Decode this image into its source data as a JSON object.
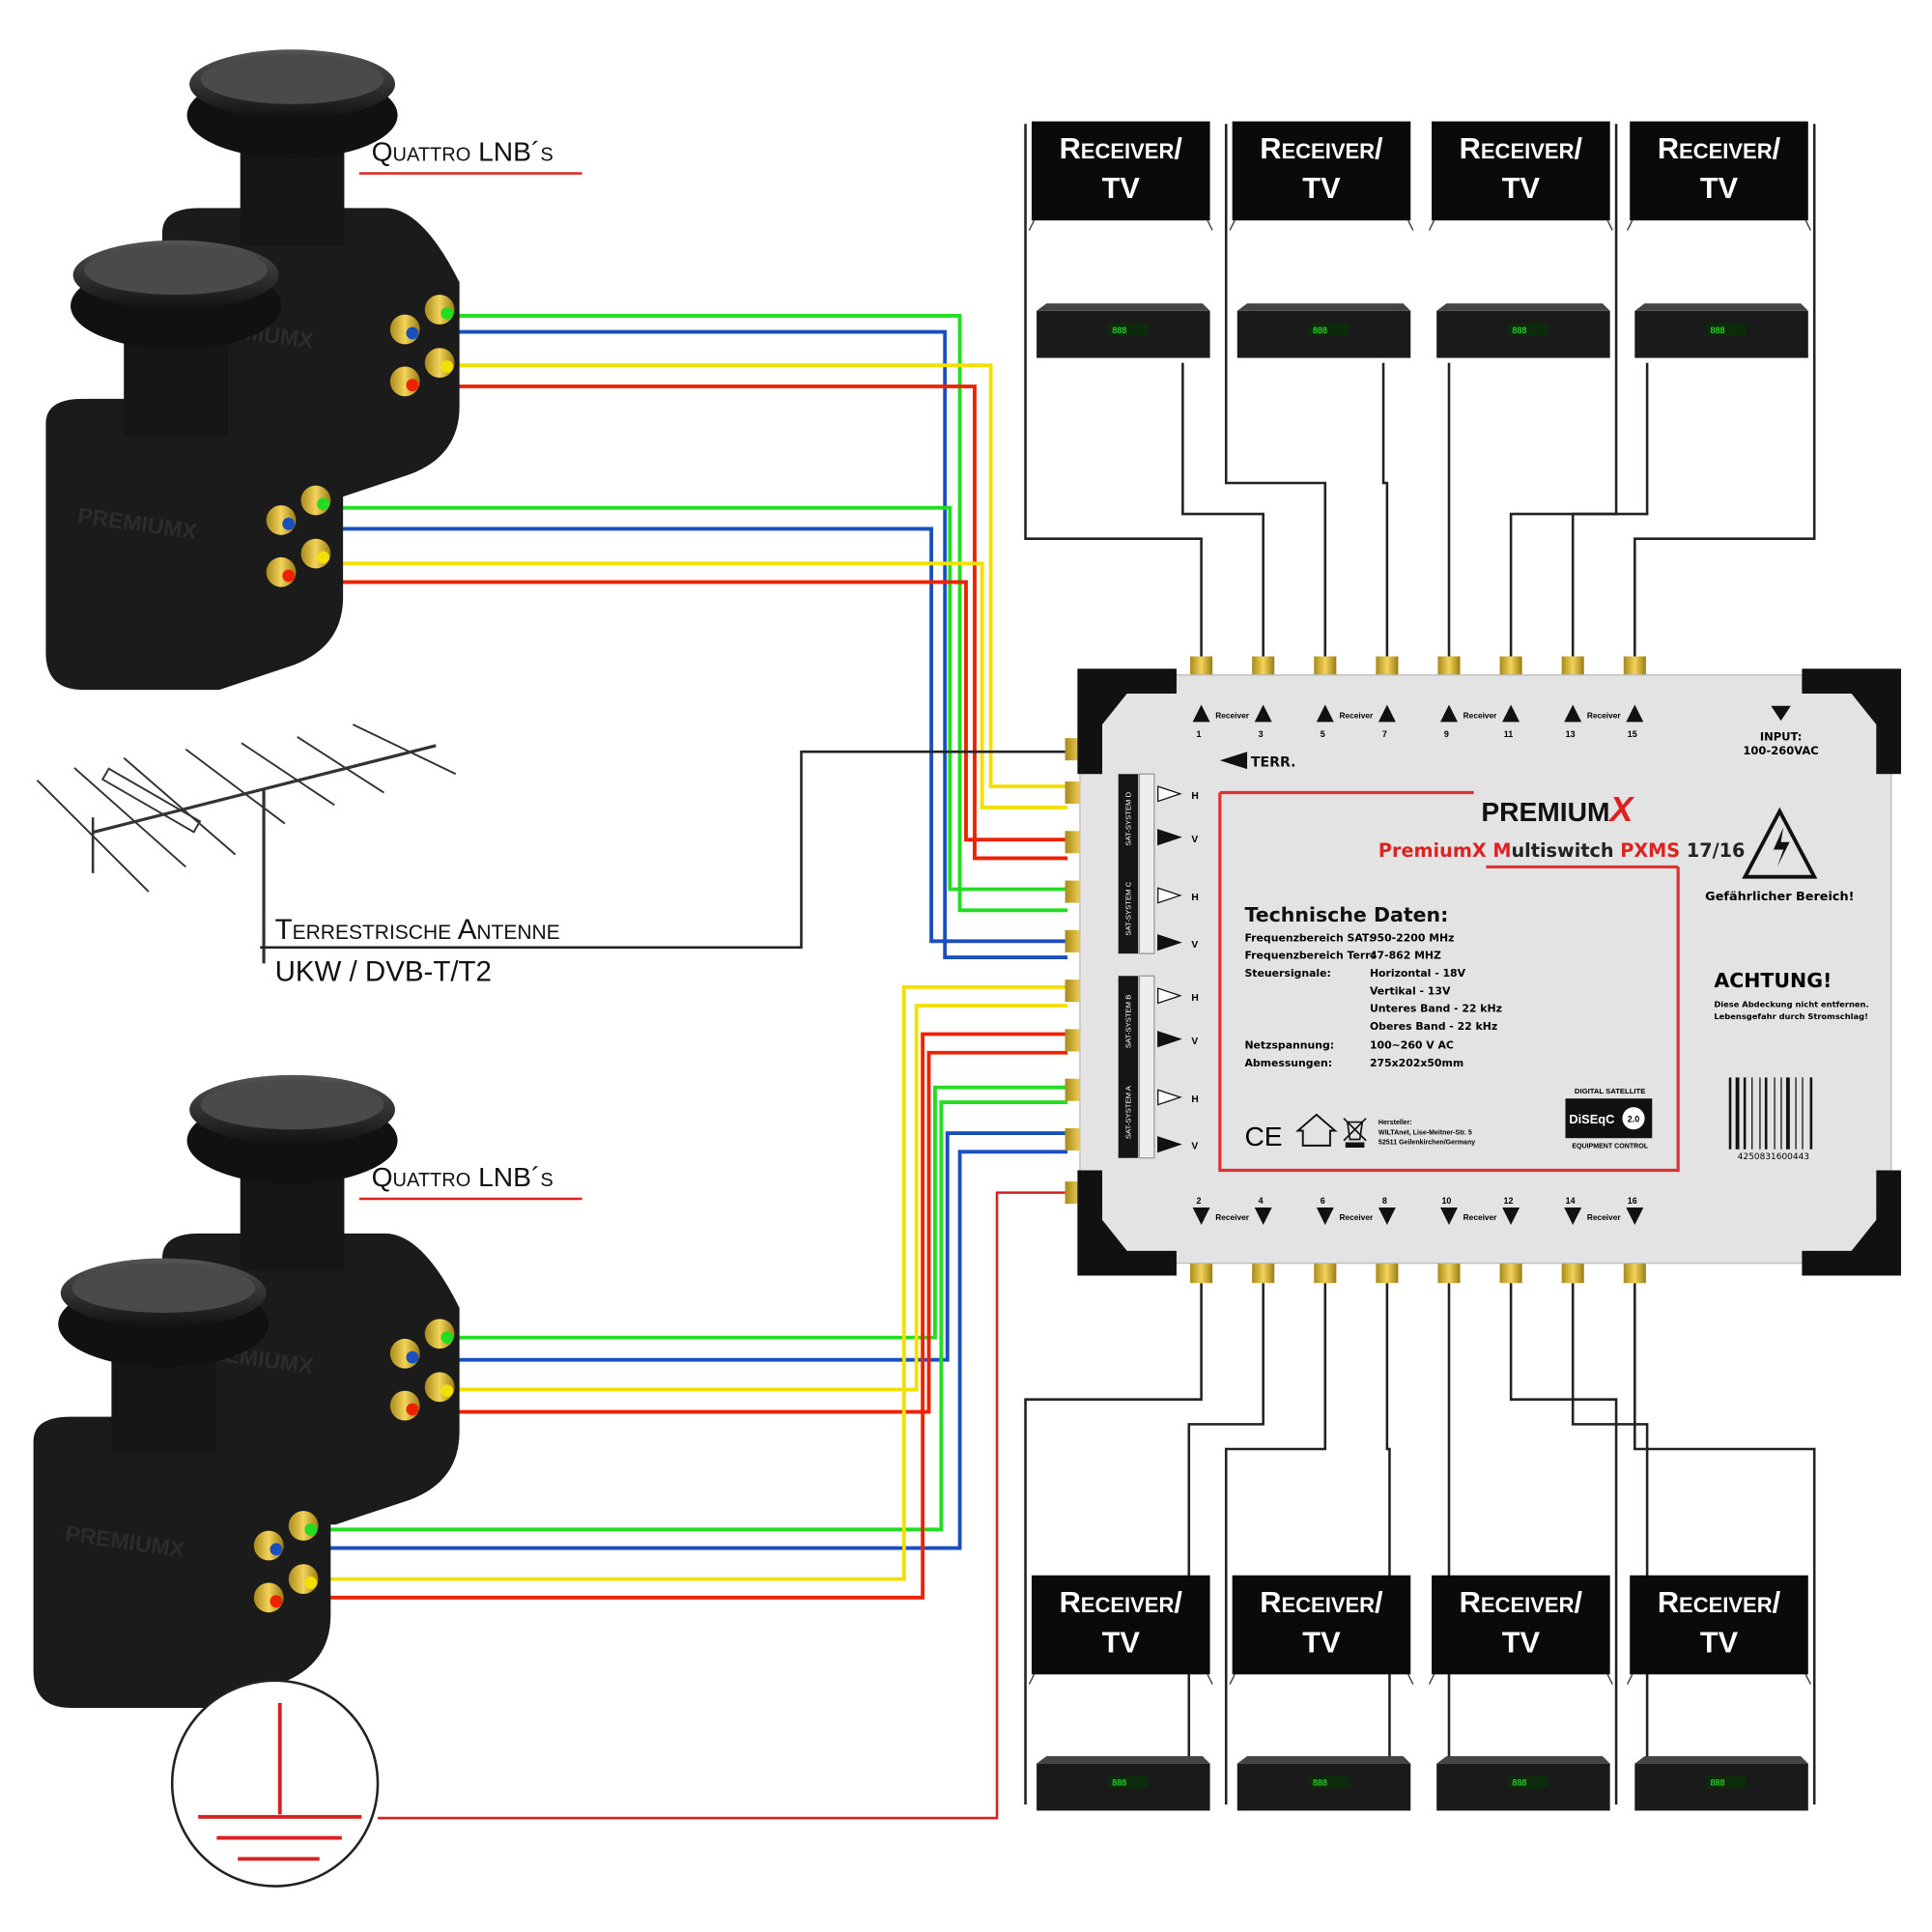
{
  "lnb_label_top": "Quattro LNB´s",
  "lnb_label_bottom": "Quattro LNB´s",
  "antenna": {
    "line1": "Terrestrische Antenne",
    "line2": "UKW / DVB-T/T2"
  },
  "receiver": {
    "line1": "Receiver/",
    "line2": "TV"
  },
  "multiswitch": {
    "brand": "PREMIUM",
    "brand_x": "X",
    "model_parts": [
      "Premium",
      "X",
      " ",
      "M",
      "ultiswitch ",
      "PXMS",
      " 17/16"
    ],
    "receiver_word": "Receiver",
    "top_port_numbers": [
      "1",
      "3",
      "5",
      "7",
      "9",
      "11",
      "13",
      "15"
    ],
    "bottom_port_numbers": [
      "2",
      "4",
      "6",
      "8",
      "10",
      "12",
      "14",
      "16"
    ],
    "terr_label": "TERR.",
    "input_label": "INPUT:",
    "input_value": "100-260VAC",
    "sat_system_labels": [
      "SAT-SYSTEM D",
      "SAT-SYSTEM C",
      "SAT-SYSTEM B",
      "SAT-SYSTEM A"
    ],
    "tech_title": "Technische Daten:",
    "tech_rows": [
      {
        "k": "Frequenzbereich SAT:",
        "v": "950-2200 MHz"
      },
      {
        "k": "Frequenzbereich Terr:",
        "v": "47-862 MHZ"
      },
      {
        "k": "Steuersignale:",
        "v": "Horizontal - 18V"
      },
      {
        "k": "",
        "v": "Vertikal - 13V"
      },
      {
        "k": "",
        "v": "Unteres Band - 22 kHz"
      },
      {
        "k": "",
        "v": "Oberes Band - 22 kHz"
      },
      {
        "k": "Netzspannung:",
        "v": "100~260 V AC"
      },
      {
        "k": "Abmessungen:",
        "v": "275x202x50mm"
      }
    ],
    "warning_label": "Gefährlicher Bereich!",
    "achtung_title": "ACHTUNG!",
    "achtung_text1": "Diese Abdeckung nicht entfernen.",
    "achtung_text2": "Lebensgefahr durch Stromschlag!",
    "diseqc_top": "DIGITAL SATELLITE",
    "diseqc": "DiSEqC",
    "diseqc_ver": "2.0",
    "diseqc_bottom": "EQUIPMENT CONTROL",
    "manufacturer1": "Hersteller:",
    "manufacturer2": "WILTAnet, Lise-Meitner-Str. 5",
    "manufacturer3": "52511 Geilenkirchen/Germany",
    "ce": "CE",
    "barcode": "4250831600443"
  },
  "colors": {
    "green": "#22dd22",
    "blue": "#1a4fbf",
    "yellow": "#f2e000",
    "red": "#ee2200",
    "ground_red": "#d82020"
  }
}
